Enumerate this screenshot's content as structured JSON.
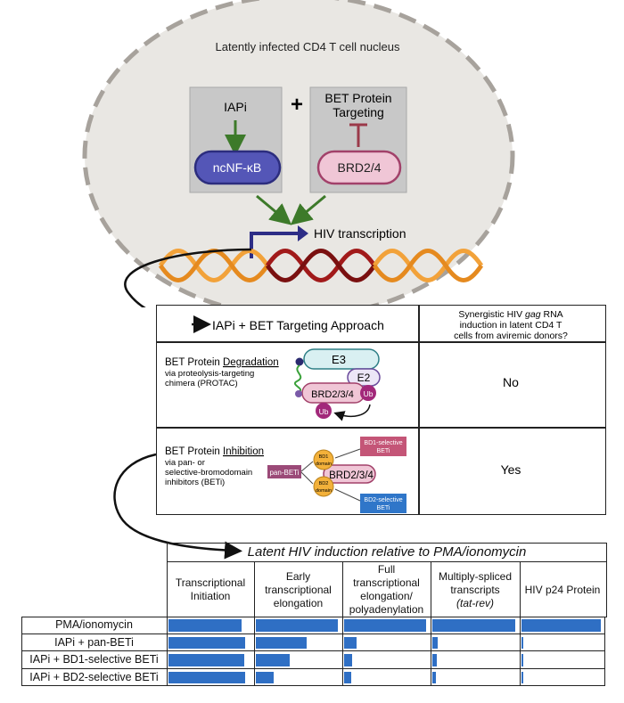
{
  "nucleus": {
    "label": "Latently infected CD4 T cell nucleus",
    "iapi": "IAPi",
    "plus": "+",
    "bet_targeting_line1": "BET Protein",
    "bet_targeting_line2": "Targeting",
    "ncnfkb": "ncNF-κB",
    "brd24": "BRD2/4",
    "hiv_transcription": "HIV transcription"
  },
  "approach_table": {
    "header_left": "IAPi + BET Targeting Approach",
    "header_right_line1": "Synergistic HIV",
    "header_right_gag": "gag",
    "header_right_line1b": " RNA",
    "header_right_line2": "induction in latent CD4 T",
    "header_right_line3": "cells from aviremic donors?",
    "rows": [
      {
        "title_prefix": "BET Protein ",
        "title_underlined": "Degradation",
        "sub1": "via proteolysis-targeting",
        "sub2": "chimera (PROTAC)",
        "answer": "No",
        "e3": "E3",
        "e2": "E2",
        "brd234": "BRD2/3/4",
        "ub": "Ub"
      },
      {
        "title_prefix": "BET Protein ",
        "title_underlined": "Inhibition",
        "sub1": "via pan- or",
        "sub2": "selective-bromodomain",
        "sub3": "inhibitors (BETi)",
        "answer": "Yes",
        "pan_beti": "pan-BETi",
        "bd1_domain_1": "BD1",
        "bd1_domain_2": "domain",
        "bd2_domain_1": "BD2",
        "bd2_domain_2": "domain",
        "brd234": "BRD2/3/4",
        "bd1_sel_1": "BD1-selective",
        "bd1_sel_2": "BETi",
        "bd2_sel_1": "BD2-selective",
        "bd2_sel_2": "BETi"
      }
    ]
  },
  "induction_table": {
    "title": "Latent HIV induction relative to PMA/ionomycin",
    "columns": [
      {
        "lines": [
          "Transcriptional",
          "Initiation"
        ]
      },
      {
        "lines": [
          "Early",
          "transcriptional",
          "elongation"
        ]
      },
      {
        "lines": [
          "Full",
          "transcriptional",
          "elongation/",
          "polyadenylation"
        ]
      },
      {
        "lines": [
          "Multiply-spliced",
          "transcripts",
          "(tat-rev)"
        ]
      },
      {
        "lines": [
          "HIV p24 Protein"
        ]
      }
    ],
    "rows": [
      {
        "label": "PMA/ionomycin",
        "values": [
          0.88,
          0.98,
          0.98,
          0.98,
          0.98
        ]
      },
      {
        "label": "IAPi + pan-BETi",
        "values": [
          0.93,
          0.61,
          0.15,
          0.06,
          0.02
        ]
      },
      {
        "label": "IAPi + BD1-selective BETi",
        "values": [
          0.91,
          0.4,
          0.1,
          0.05,
          0.02
        ]
      },
      {
        "label": "IAPi + BD2-selective BETi",
        "values": [
          0.93,
          0.21,
          0.08,
          0.04,
          0.02
        ]
      }
    ],
    "bar_color": "#2f6fc4"
  }
}
